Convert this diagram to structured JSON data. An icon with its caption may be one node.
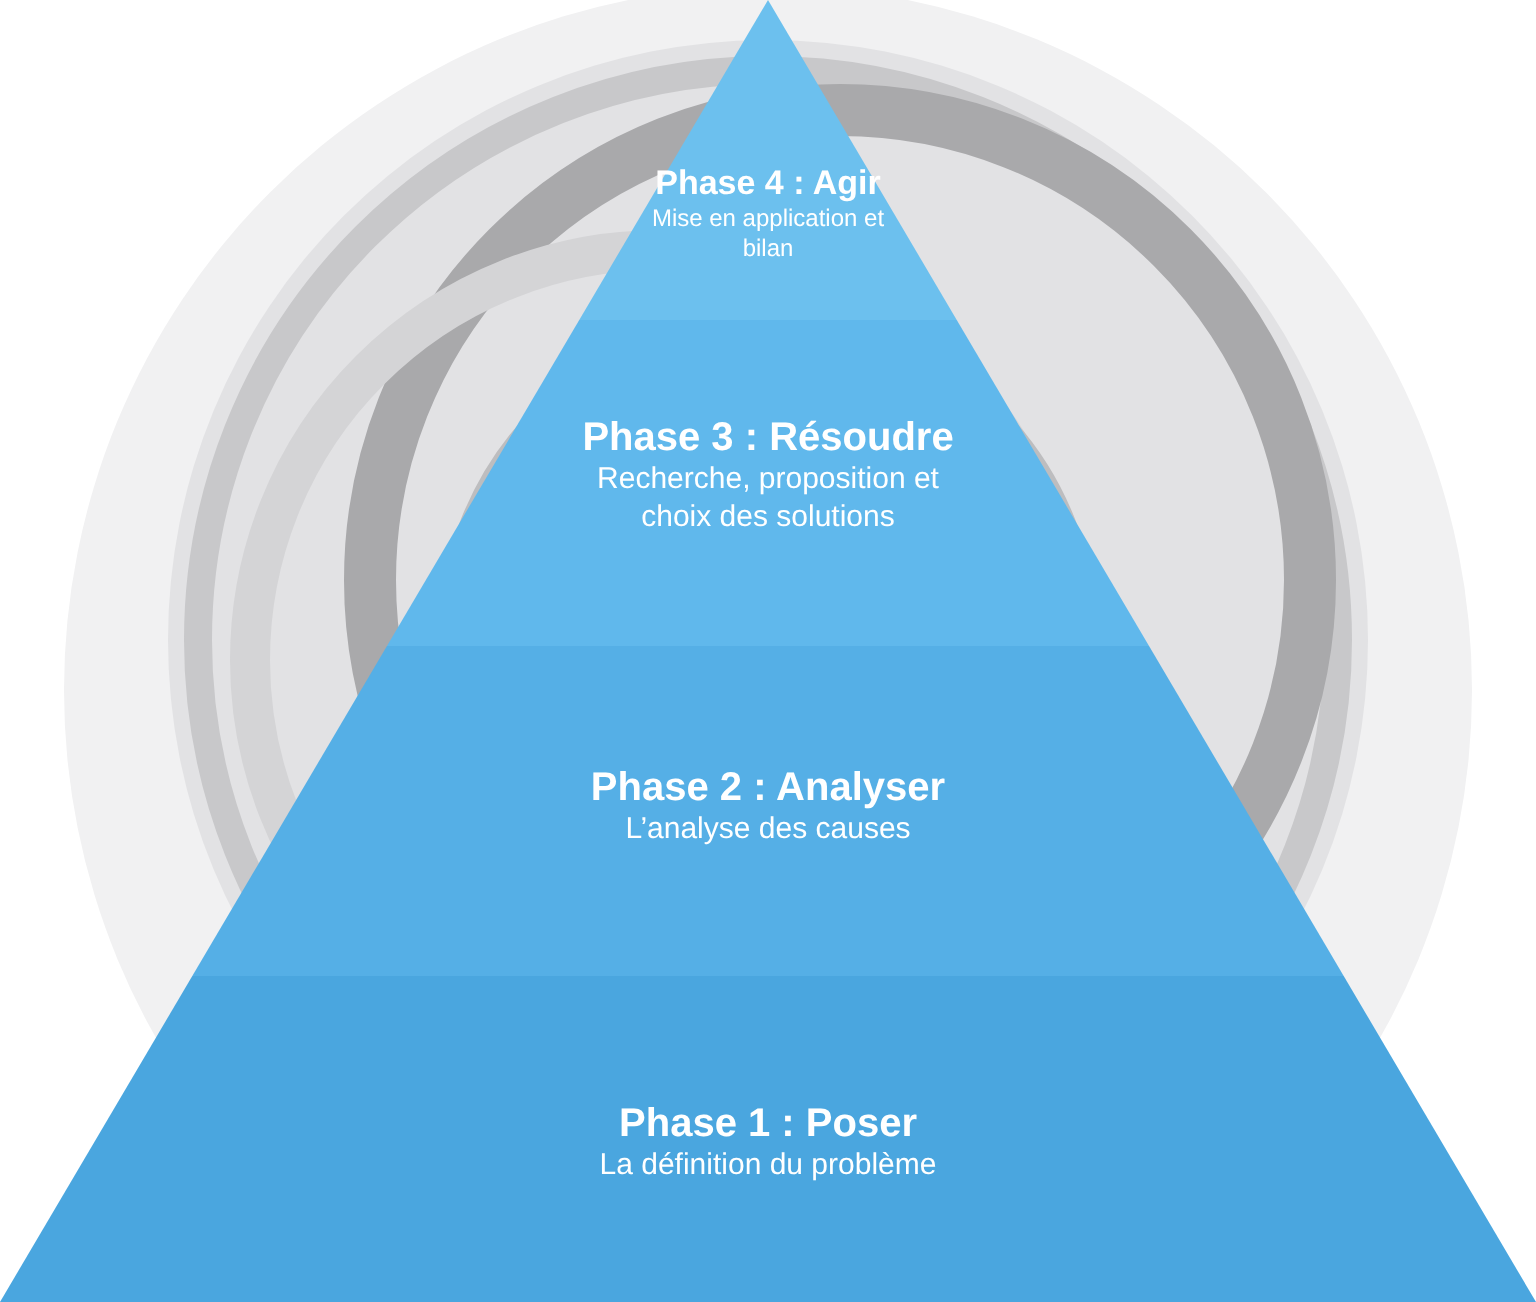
{
  "diagram": {
    "nodes": [
      {
        "text": [
          "Phase 4 : Agir",
          "Mise en application et bilan"
        ]
      },
      {
        "text": [
          "Phase 3 : Résoudre",
          "Recherche, proposition et choix des solutions"
        ]
      },
      {
        "text": [
          "Phase 2 : Analyser",
          "L’analyse des causes"
        ]
      },
      {
        "text": [
          "Phase 1 : Poser",
          "La définition du problème"
        ]
      }
    ]
  }
}
